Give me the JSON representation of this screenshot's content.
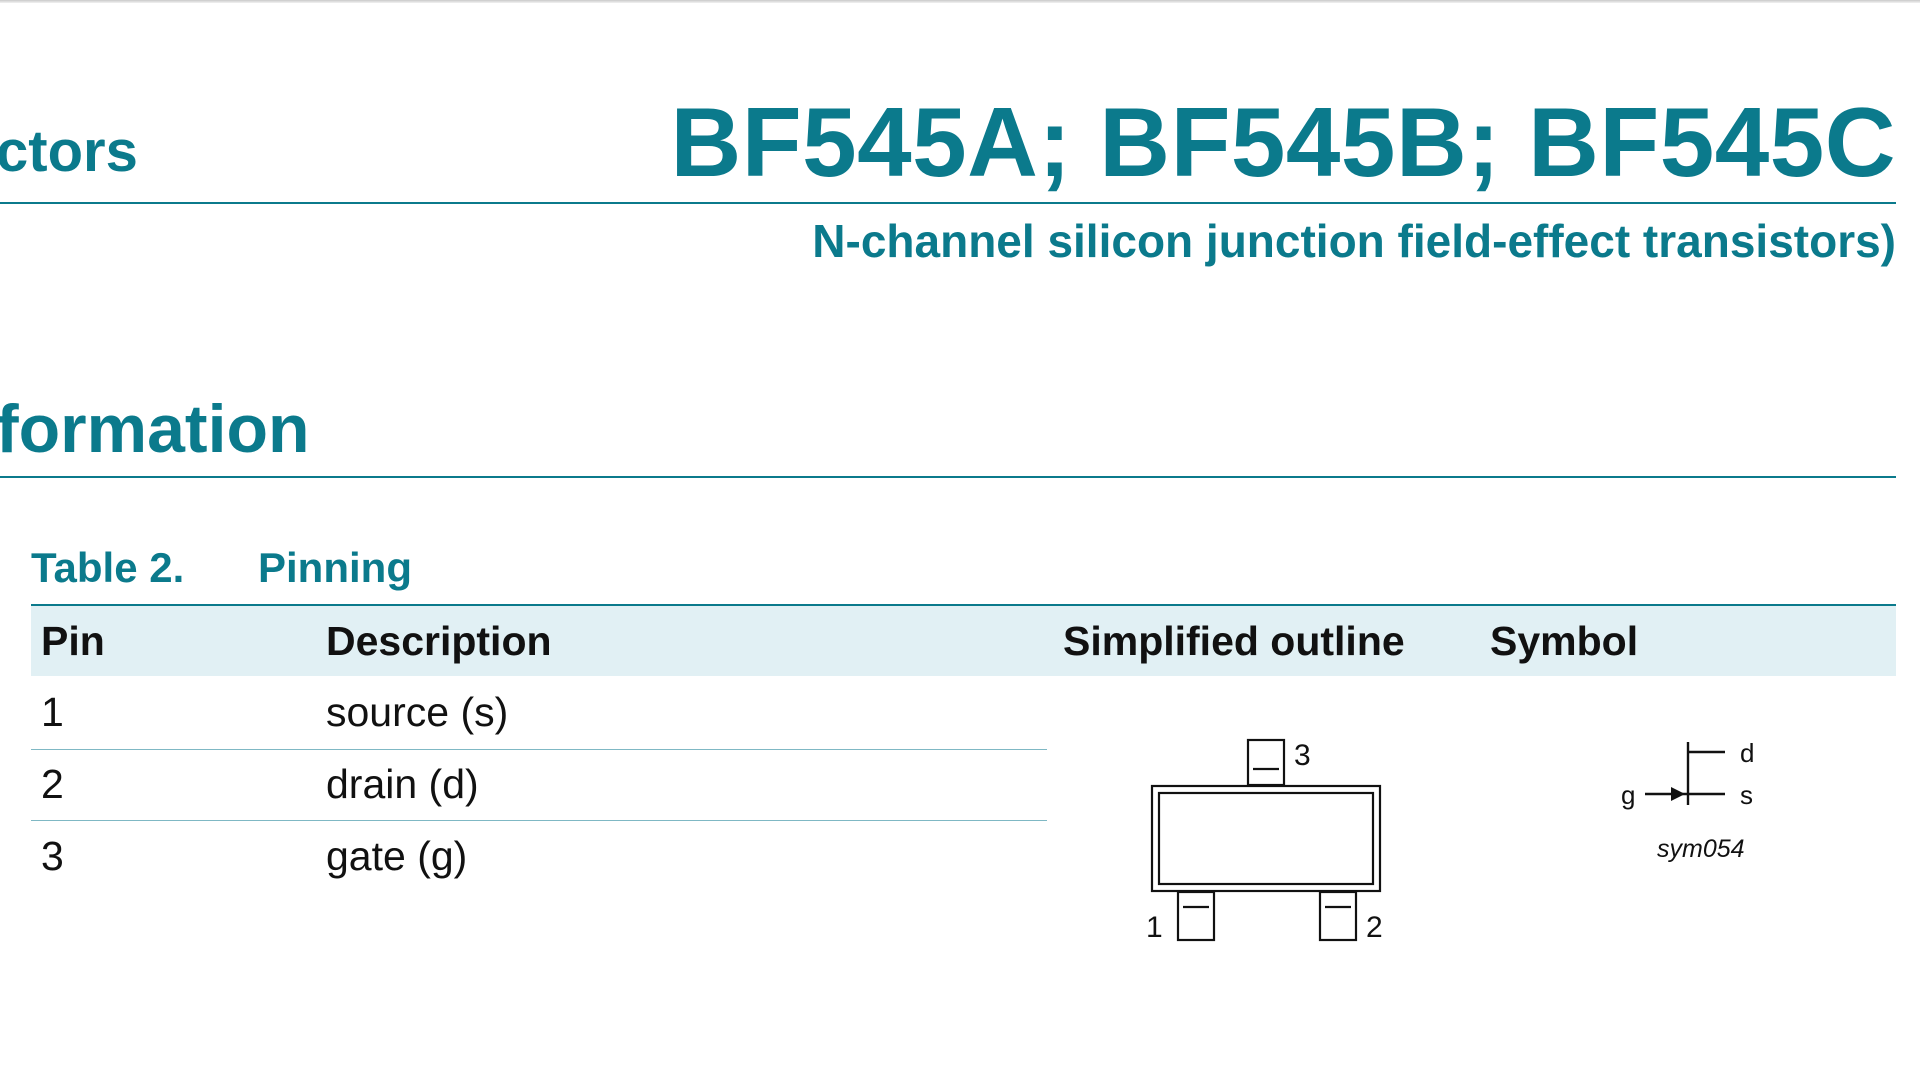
{
  "header": {
    "left_fragment": "ctors",
    "title": "BF545A; BF545B; BF545C",
    "subtitle": "N-channel silicon junction field-effect transistors)"
  },
  "section": {
    "heading_fragment": "formation"
  },
  "table": {
    "label": "Table 2.",
    "title": "Pinning",
    "columns": [
      "Pin",
      "Description",
      "Simplified outline",
      "Symbol"
    ],
    "rows": [
      {
        "pin": "1",
        "description": "source (s)"
      },
      {
        "pin": "2",
        "description": "drain (d)"
      },
      {
        "pin": "3",
        "description": "gate (g)"
      }
    ]
  },
  "outline_drawing": {
    "pin_labels": [
      "1",
      "2",
      "3"
    ]
  },
  "symbol_drawing": {
    "labels": {
      "drain": "d",
      "source": "s",
      "gate": "g"
    },
    "caption": "sym054"
  },
  "colors": {
    "accent": "#0b7a8c",
    "header_band": "#e1f0f4"
  }
}
